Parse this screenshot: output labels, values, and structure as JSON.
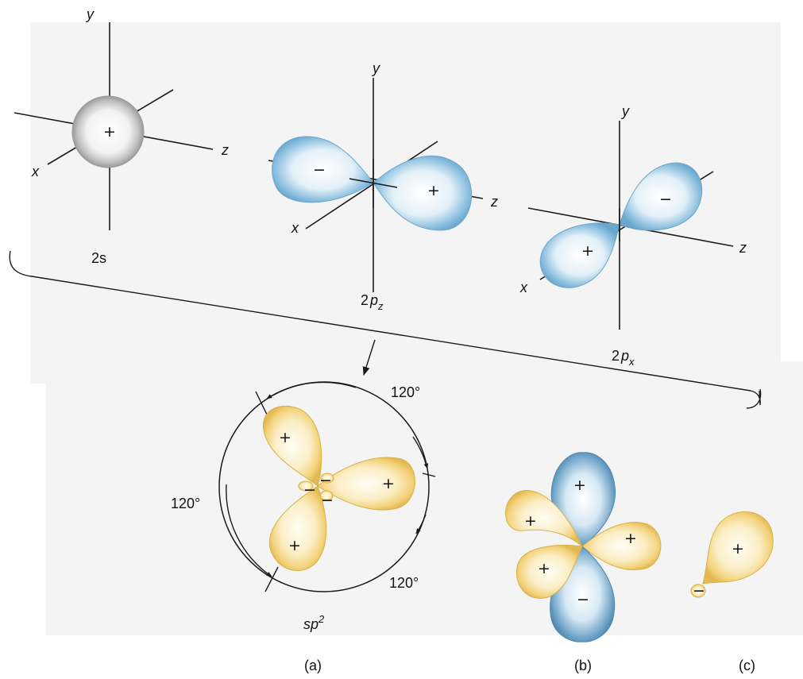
{
  "axes": {
    "y": "y",
    "x": "x",
    "z": "z"
  },
  "orbitals": {
    "s": {
      "label": "2s",
      "sign": "+"
    },
    "pz": {
      "label_main": "2",
      "label_p": "p",
      "label_sub": "z",
      "neg": "−",
      "pos": "+"
    },
    "px": {
      "label_main": "2",
      "label_p": "p",
      "label_sub": "x",
      "neg": "−",
      "pos": "+"
    }
  },
  "hybrid": {
    "label_base": "sp",
    "label_sup": "2",
    "angles": [
      "120°",
      "120°",
      "120°"
    ],
    "lobe_sign": "+",
    "node_sign": "−"
  },
  "panels": {
    "a": "(a)",
    "b": "(b)",
    "c": "(c)"
  },
  "colors": {
    "blue": "#8cc0df",
    "gold": "#f3d27a",
    "gray": "#bdbdbd"
  }
}
